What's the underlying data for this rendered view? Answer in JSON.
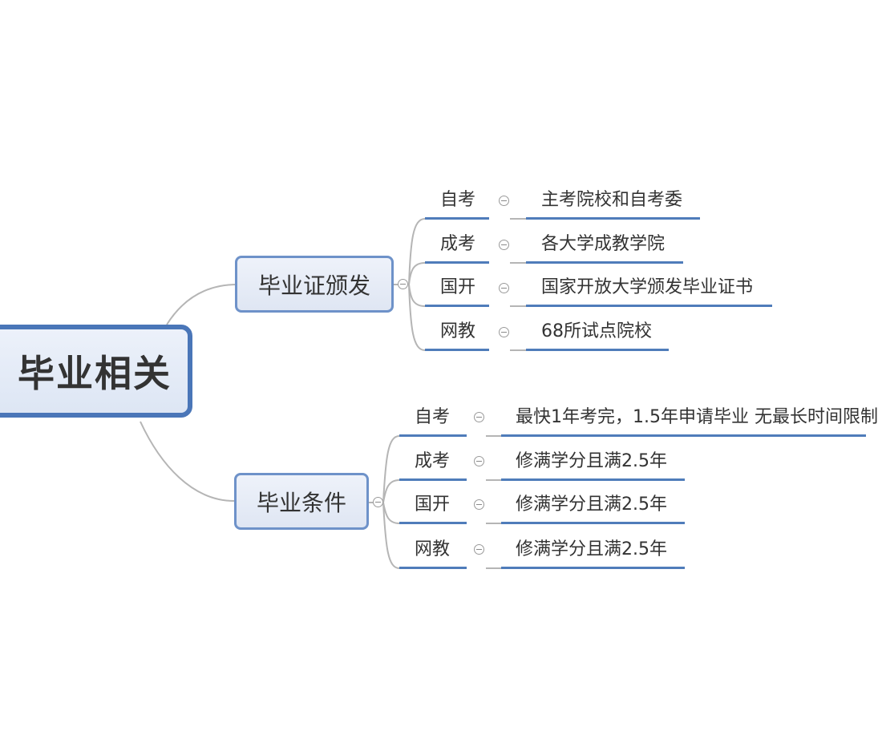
{
  "root": {
    "label": "毕业相关"
  },
  "branches": [
    {
      "label": "毕业证颁发",
      "items": [
        {
          "type": "自考",
          "detail": "主考院校和自考委"
        },
        {
          "type": "成考",
          "detail": "各大学成教学院"
        },
        {
          "type": "国开",
          "detail": "国家开放大学颁发毕业证书"
        },
        {
          "type": "网教",
          "detail": "68所试点院校"
        }
      ]
    },
    {
      "label": "毕业条件",
      "items": [
        {
          "type": "自考",
          "detail": "最快1年考完，1.5年申请毕业 无最长时间限制"
        },
        {
          "type": "成考",
          "detail": "修满学分且满2.5年"
        },
        {
          "type": "国开",
          "detail": "修满学分且满2.5年"
        },
        {
          "type": "网教",
          "detail": "修满学分且满2.5年"
        }
      ]
    }
  ],
  "colors": {
    "root_border": "#4a76b8",
    "branch_border": "#6e92c9",
    "underline": "#4f7cba",
    "connector": "#b5b5b5"
  }
}
